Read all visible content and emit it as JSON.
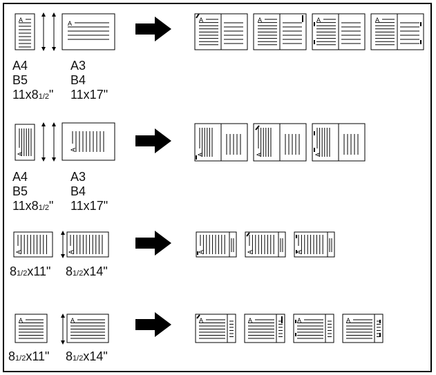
{
  "rows": [
    {
      "id": "portrait-text",
      "paper_left": [
        "A4",
        "B5",
        "11x8½\""
      ],
      "paper_right": [
        "A3",
        "B4",
        "11x17\""
      ],
      "result_count": 4
    },
    {
      "id": "rotated-text",
      "paper_left": [
        "A4",
        "B5",
        "11x8½\""
      ],
      "paper_right": [
        "A3",
        "B4",
        "11x17\""
      ],
      "result_count": 3
    },
    {
      "id": "rotated-narrow",
      "paper_left": [
        "8½x11\""
      ],
      "paper_right": [
        "8½x14\""
      ],
      "result_count": 3
    },
    {
      "id": "landscape-text",
      "paper_left": [
        "8½x11\""
      ],
      "paper_right": [
        "8½x14\""
      ],
      "result_count": 4
    }
  ],
  "page_letter": "A",
  "arrow_icon": "right-arrow-icon",
  "colors": {
    "line": "#000000",
    "page_fill": "#ffffff",
    "text": "#111111"
  }
}
